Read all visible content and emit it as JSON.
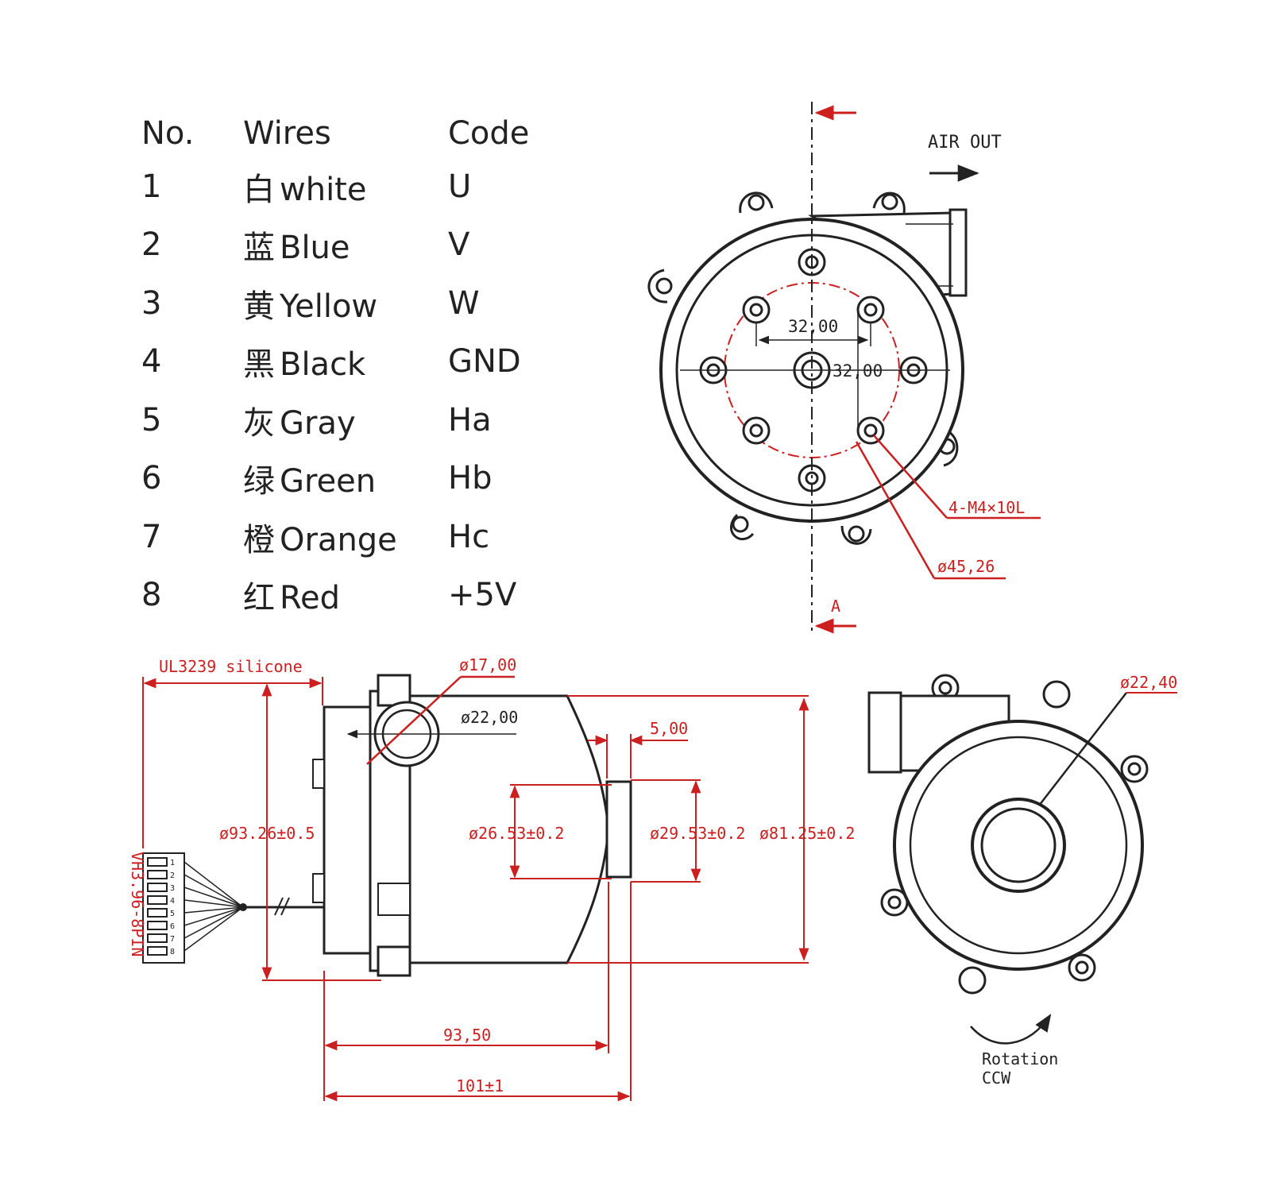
{
  "wire_table": {
    "headers": {
      "no": "No.",
      "wires": "Wires",
      "code": "Code"
    },
    "rows": [
      {
        "no": "1",
        "cn": "白",
        "color": "white",
        "code": "U"
      },
      {
        "no": "2",
        "cn": "蓝",
        "color": "Blue",
        "code": "V"
      },
      {
        "no": "3",
        "cn": "黄",
        "color": "Yellow",
        "code": "W"
      },
      {
        "no": "4",
        "cn": "黑",
        "color": "Black",
        "code": "GND"
      },
      {
        "no": "5",
        "cn": "灰",
        "color": "Gray",
        "code": "Ha"
      },
      {
        "no": "6",
        "cn": "绿",
        "color": "Green",
        "code": "Hb"
      },
      {
        "no": "7",
        "cn": "橙",
        "color": "Orange",
        "code": "Hc"
      },
      {
        "no": "8",
        "cn": "红",
        "color": "Red",
        "code": "+5V"
      }
    ]
  },
  "front_view": {
    "air_out": "AIR OUT",
    "section_mark": "A",
    "dim_horizontal": "32,00",
    "dim_vertical": "32,00",
    "screw_spec": "4-M4×10L",
    "bolt_circle": "ø45,26"
  },
  "side_view": {
    "cable_label": "UL3239 silicone",
    "connector_label": "VH3.96-8PIN",
    "pin_numbers": [
      "1",
      "2",
      "3",
      "4",
      "5",
      "6",
      "7",
      "8"
    ],
    "outlet_outer": "ø17,00",
    "outlet_inner": "ø22,00",
    "step_length": "5,00",
    "dia_body": "ø93.26±0.5",
    "dia_inner_a": "ø26.53±0.2",
    "dia_inner_b": "ø29.53±0.2",
    "dia_flange": "ø81.25±0.2",
    "length_a": "93,50",
    "length_total": "101±1"
  },
  "rear_view": {
    "inlet_dia": "ø22,40",
    "rotation_label": "Rotation",
    "rotation_dir": "CCW"
  },
  "colors": {
    "dimension": "#cc1f1f",
    "outline": "#222222"
  }
}
